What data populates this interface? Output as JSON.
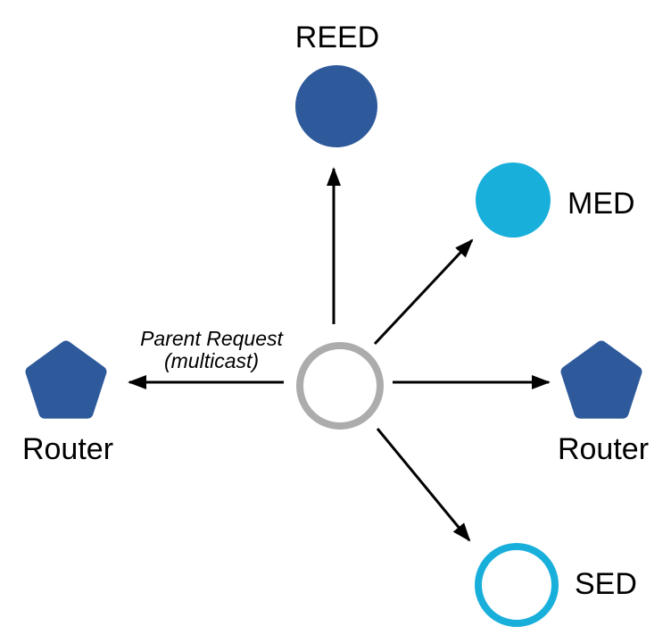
{
  "diagram": {
    "description": "Thread network topology: center node multicasts a Parent Request to neighboring devices",
    "annotation": {
      "line1": "Parent Request",
      "line2": "(multicast)"
    },
    "nodes": {
      "reed": {
        "label": "REED",
        "shape": "filled-circle",
        "color_key": "node_blue"
      },
      "med": {
        "label": "MED",
        "shape": "filled-circle",
        "color_key": "node_cyan"
      },
      "router_right": {
        "label": "Router",
        "shape": "pentagon",
        "color_key": "node_blue"
      },
      "sed": {
        "label": "SED",
        "shape": "outlined-circle",
        "color_key": "node_cyan"
      },
      "router_left": {
        "label": "Router",
        "shape": "pentagon",
        "color_key": "node_blue"
      },
      "center": {
        "label": "",
        "shape": "outlined-circle",
        "color_key": "center_gray"
      }
    },
    "edges": [
      {
        "from": "center",
        "to": "reed"
      },
      {
        "from": "center",
        "to": "med"
      },
      {
        "from": "center",
        "to": "router_right"
      },
      {
        "from": "center",
        "to": "sed"
      },
      {
        "from": "center",
        "to": "router_left"
      }
    ],
    "colors": {
      "node_blue": "#2E5A9C",
      "node_cyan": "#18AFDB",
      "center_gray": "#ACACAC",
      "arrow_black": "#000000",
      "text_black": "#000000",
      "node_fill_white": "#FFFFFF"
    }
  }
}
